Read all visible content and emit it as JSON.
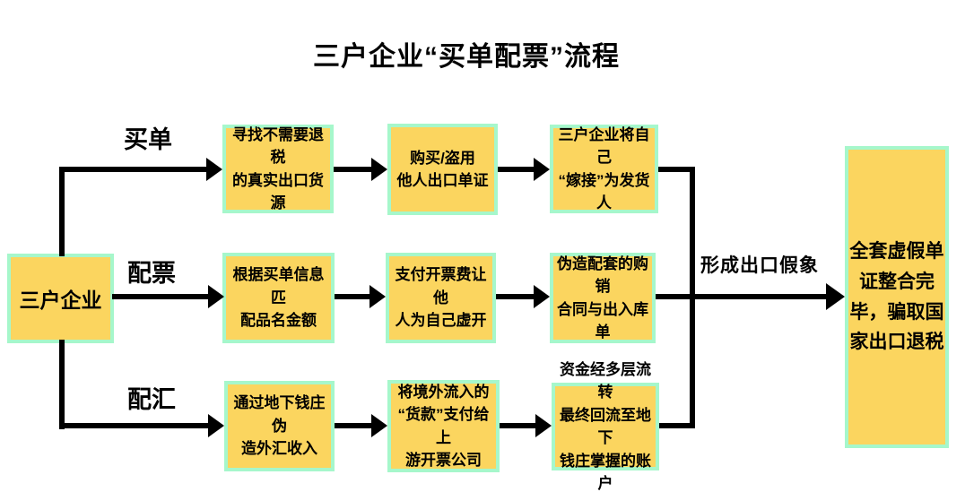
{
  "title": "三户企业“买单配票”流程",
  "source": {
    "label": "三户企业"
  },
  "rows": [
    {
      "label": "买单",
      "steps": [
        "寻找不需要退税\n的真实出口货源",
        "购买/盗用\n他人出口单证",
        "三户企业将自己\n“嫁接”为发货人"
      ]
    },
    {
      "label": "配票",
      "steps": [
        "根据买单信息匹\n配品名金额",
        "支付开票费让他\n人为自己虚开",
        "伪造配套的购销\n合同与出入库单"
      ]
    },
    {
      "label": "配汇",
      "steps": [
        "通过地下钱庄伪\n造外汇收入",
        "将境外流入的\n“货款”支付给上\n游开票公司",
        "资金经多层流转\n最终回流至地下\n钱庄掌握的账户"
      ]
    }
  ],
  "outcome": {
    "arrow_label": "形成出口假象",
    "result": "全套虚假单\n证整合完\n毕，骗取国\n家出口退税"
  },
  "colors": {
    "box_fill": "#FBD55F",
    "box_border": "#A6F7CB",
    "line": "#000000",
    "background": "#FFFFFF",
    "text": "#000000"
  }
}
